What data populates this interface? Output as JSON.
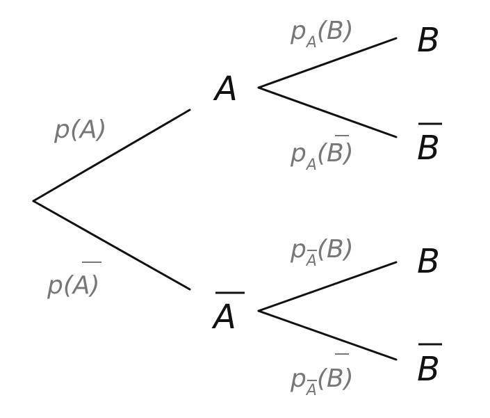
{
  "nodes": {
    "a": "A",
    "a_bar": "A",
    "b_top": "B",
    "b_bar_top": "B",
    "b_bottom": "B",
    "b_bar_bottom": "B"
  },
  "probabilities": {
    "p_a": {
      "func": "p(",
      "event": "A",
      "close": ")"
    },
    "p_a_bar": {
      "func": "p(",
      "event": "A",
      "close": ")"
    },
    "p_a_b": {
      "func": "p",
      "sub": "A",
      "open": "(",
      "event": "B",
      "close": ")"
    },
    "p_a_b_bar": {
      "func": "p",
      "sub": "A",
      "open": "(",
      "event": "B",
      "close": ")"
    },
    "p_abar_b": {
      "func": "p",
      "sub": "A",
      "open": "(",
      "event": "B",
      "close": ")"
    },
    "p_abar_b_bar": {
      "func": "p",
      "sub": "A",
      "open": "(",
      "event": "B",
      "close": ")"
    }
  },
  "colors": {
    "branch": "#111111",
    "event_label": "#111111",
    "probability_label": "#777777"
  }
}
